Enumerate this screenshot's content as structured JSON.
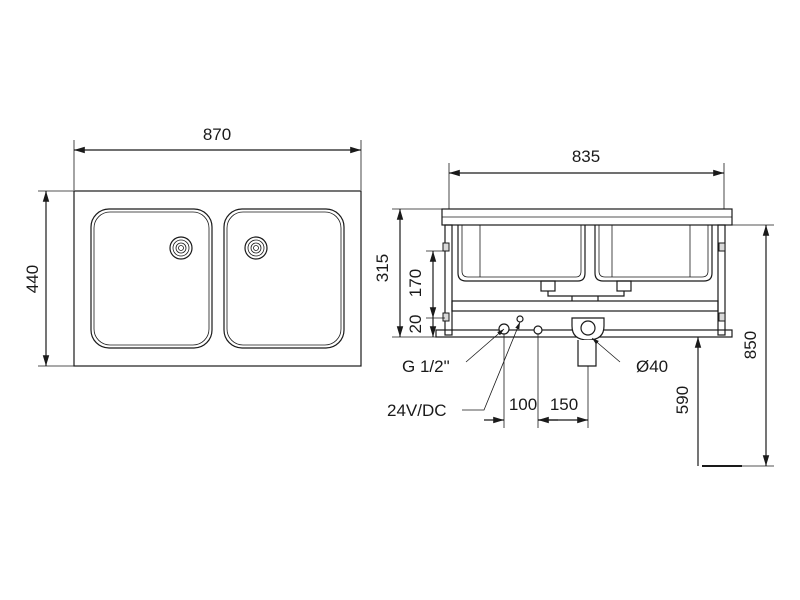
{
  "plan_view": {
    "width_label": "870",
    "depth_label": "440"
  },
  "side_view": {
    "width_label": "835",
    "height_315_label": "315",
    "height_170_label": "170",
    "height_20_label": "20",
    "supply_label": "G 1/2\"",
    "power_label": "24V/DC",
    "offset_100_label": "100",
    "offset_150_label": "150",
    "drain_label": "Ø40",
    "height_590_label": "590",
    "height_850_label": "850"
  },
  "colors": {
    "line": "#1a1a1a",
    "background": "#ffffff"
  }
}
